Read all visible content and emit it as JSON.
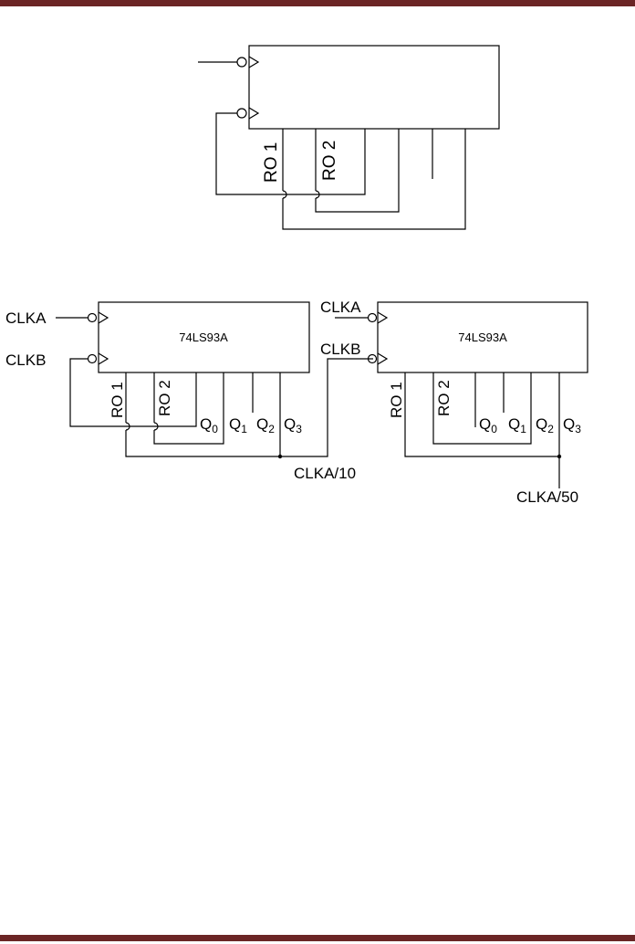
{
  "colors": {
    "page_bar": "#6b2525",
    "line": "#000000"
  },
  "top_counter": {
    "pin_reset_1": "RO 1",
    "pin_reset_2": "RO 2"
  },
  "counter_1": {
    "chip": "74LS93A",
    "clk_a": "CLKA",
    "clk_b": "CLKB",
    "pin_reset_1": "RO 1",
    "pin_reset_2": "RO 2",
    "outputs": [
      {
        "q": "Q",
        "sub": "0"
      },
      {
        "q": "Q",
        "sub": "1"
      },
      {
        "q": "Q",
        "sub": "2"
      },
      {
        "q": "Q",
        "sub": "3"
      }
    ],
    "out_label": "CLKA/10"
  },
  "counter_2": {
    "chip": "74LS93A",
    "clk_a": "CLKA",
    "clk_b": "CLKB",
    "pin_reset_1": "RO 1",
    "pin_reset_2": "RO 2",
    "outputs": [
      {
        "q": "Q",
        "sub": "0"
      },
      {
        "q": "Q",
        "sub": "1"
      },
      {
        "q": "Q",
        "sub": "2"
      },
      {
        "q": "Q",
        "sub": "3"
      }
    ],
    "out_label": "CLKA/50"
  }
}
